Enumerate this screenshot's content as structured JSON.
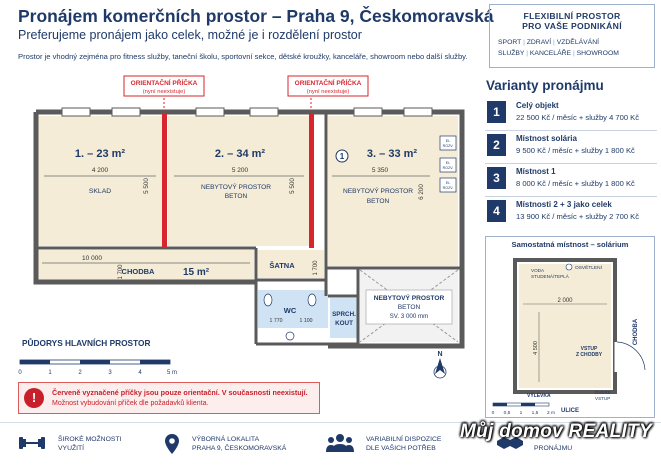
{
  "header": {
    "title": "Pronájem komerčních prostor – Praha 9, Českomoravská",
    "subtitle": "Preferujeme pronájem jako celek, možné je i rozdělení prostor",
    "intro": "Prostor je vhodný zejména pro fitness služby, taneční školu, sportovní sekce, dětské kroužky, kanceláře, showroom nebo další služby."
  },
  "flex_box": {
    "heading_line1": "FLEXIBILNÍ PROSTOR",
    "heading_line2": "PRO VAŠE PODNIKÁNÍ",
    "tags": [
      "SPORT",
      "ZDRAVÍ",
      "VZDĚLÁVÁNÍ",
      "SLUŽBY",
      "KANCELÁŘE",
      "SHOWROOM"
    ]
  },
  "variants": {
    "title": "Varianty pronájmu",
    "items": [
      {
        "num": "1",
        "name": "Celý objekt",
        "price": "22 500 Kč / měsíc + služby 4 700 Kč"
      },
      {
        "num": "2",
        "name": "Místnost solária",
        "price": "9 500 Kč / měsíc + služby 1 800 Kč"
      },
      {
        "num": "3",
        "name": "Místnost 1",
        "price": "8 000 Kč / měsíc + služby 1 800 Kč"
      },
      {
        "num": "4",
        "name": "Místnosti 2 + 3 jako celek",
        "price": "13 900 Kč / měsíc + služby 2 700 Kč"
      }
    ]
  },
  "plan": {
    "partition_label_l1": "ORIENTAČNÍ PŘÍČKA",
    "partition_label_l2": "(nyní neexistuje)",
    "room1": {
      "name": "1. – 23 m²",
      "width": "4 200",
      "depth": "5 500",
      "use": "SKLAD"
    },
    "room2": {
      "name": "2. – 34 m²",
      "width": "5 200",
      "depth": "5 500",
      "use_l1": "NEBYTOVÝ PROSTOR",
      "use_l2": "BETON"
    },
    "room3": {
      "name": "3. – 33 m²",
      "width": "5 350",
      "depth": "6 200",
      "use_l1": "NEBYTOVÝ PROSTOR",
      "use_l2": "BETON"
    },
    "corridor": {
      "name": "CHODBA",
      "area": "15 m²",
      "length": "10 000",
      "width": "1 700"
    },
    "satna": {
      "name": "ŠATNA",
      "width": "1 700"
    },
    "wc": {
      "name": "WC",
      "dim1": "1 770",
      "dim2": "1 100"
    },
    "sprch": {
      "l1": "SPRCH.",
      "l2": "KOUT"
    },
    "room_beton": {
      "l1": "NEBYTOVÝ PROSTOR",
      "l2": "BETON",
      "l3": "SV. 3 000 mm"
    },
    "marker": "①",
    "el_rozv": [
      "EL",
      "ROZV."
    ],
    "plan_label": "PŮDORYS HLAVNÍCH PROSTOR",
    "scale_labels": [
      "0",
      "1",
      "2",
      "3",
      "4",
      "5 m"
    ],
    "north": "N"
  },
  "side_plan": {
    "title": "Samostatná místnost – solárium",
    "voda_l1": "VODA",
    "voda_l2": "STUDENÁ/TEPLÁ",
    "osvetleni": "OSVĚTLENÍ",
    "width": "2 000",
    "depth": "4 500",
    "vstup_l1": "VSTUP",
    "vstup_l2": "Z CHODBY",
    "chodba": "CHODBA",
    "vylevka": "VÝLEVKA",
    "dvere_l1": "DVEŘE",
    "dvere_l2": "VSTUP",
    "scale": [
      "0",
      "0,5",
      "1",
      "1,5",
      "2 m"
    ],
    "ulice": "ULICE"
  },
  "legend": {
    "icon": "!",
    "line1": "Červeně vyznačené příčky jsou pouze orientační. V současnosti neexistují.",
    "line2": "Možnost vybudování příček dle požadavků klienta."
  },
  "features": [
    {
      "icon": "dumbbell-icon",
      "l1": "ŠIROKÉ MOŽNOSTI",
      "l2": "VYUŽITÍ"
    },
    {
      "icon": "location-pin-icon",
      "l1": "VÝBORNÁ LOKALITA",
      "l2": "PRAHA 9, ČESKOMORAVSKÁ"
    },
    {
      "icon": "people-icon",
      "l1": "VARIABILNÍ DISPOZICE",
      "l2": "DLE VAŠICH POTŘEB"
    },
    {
      "icon": "handshake-icon",
      "l1": "",
      "l2": "PRONÁJMU"
    }
  ],
  "logo": "Můj domov REALITY",
  "colors": {
    "navy": "#1f3a68",
    "red": "#d8262f",
    "wall": "#5a5a5a",
    "floor": "#f4ecd6",
    "blue_fill": "#cfe3f5"
  }
}
